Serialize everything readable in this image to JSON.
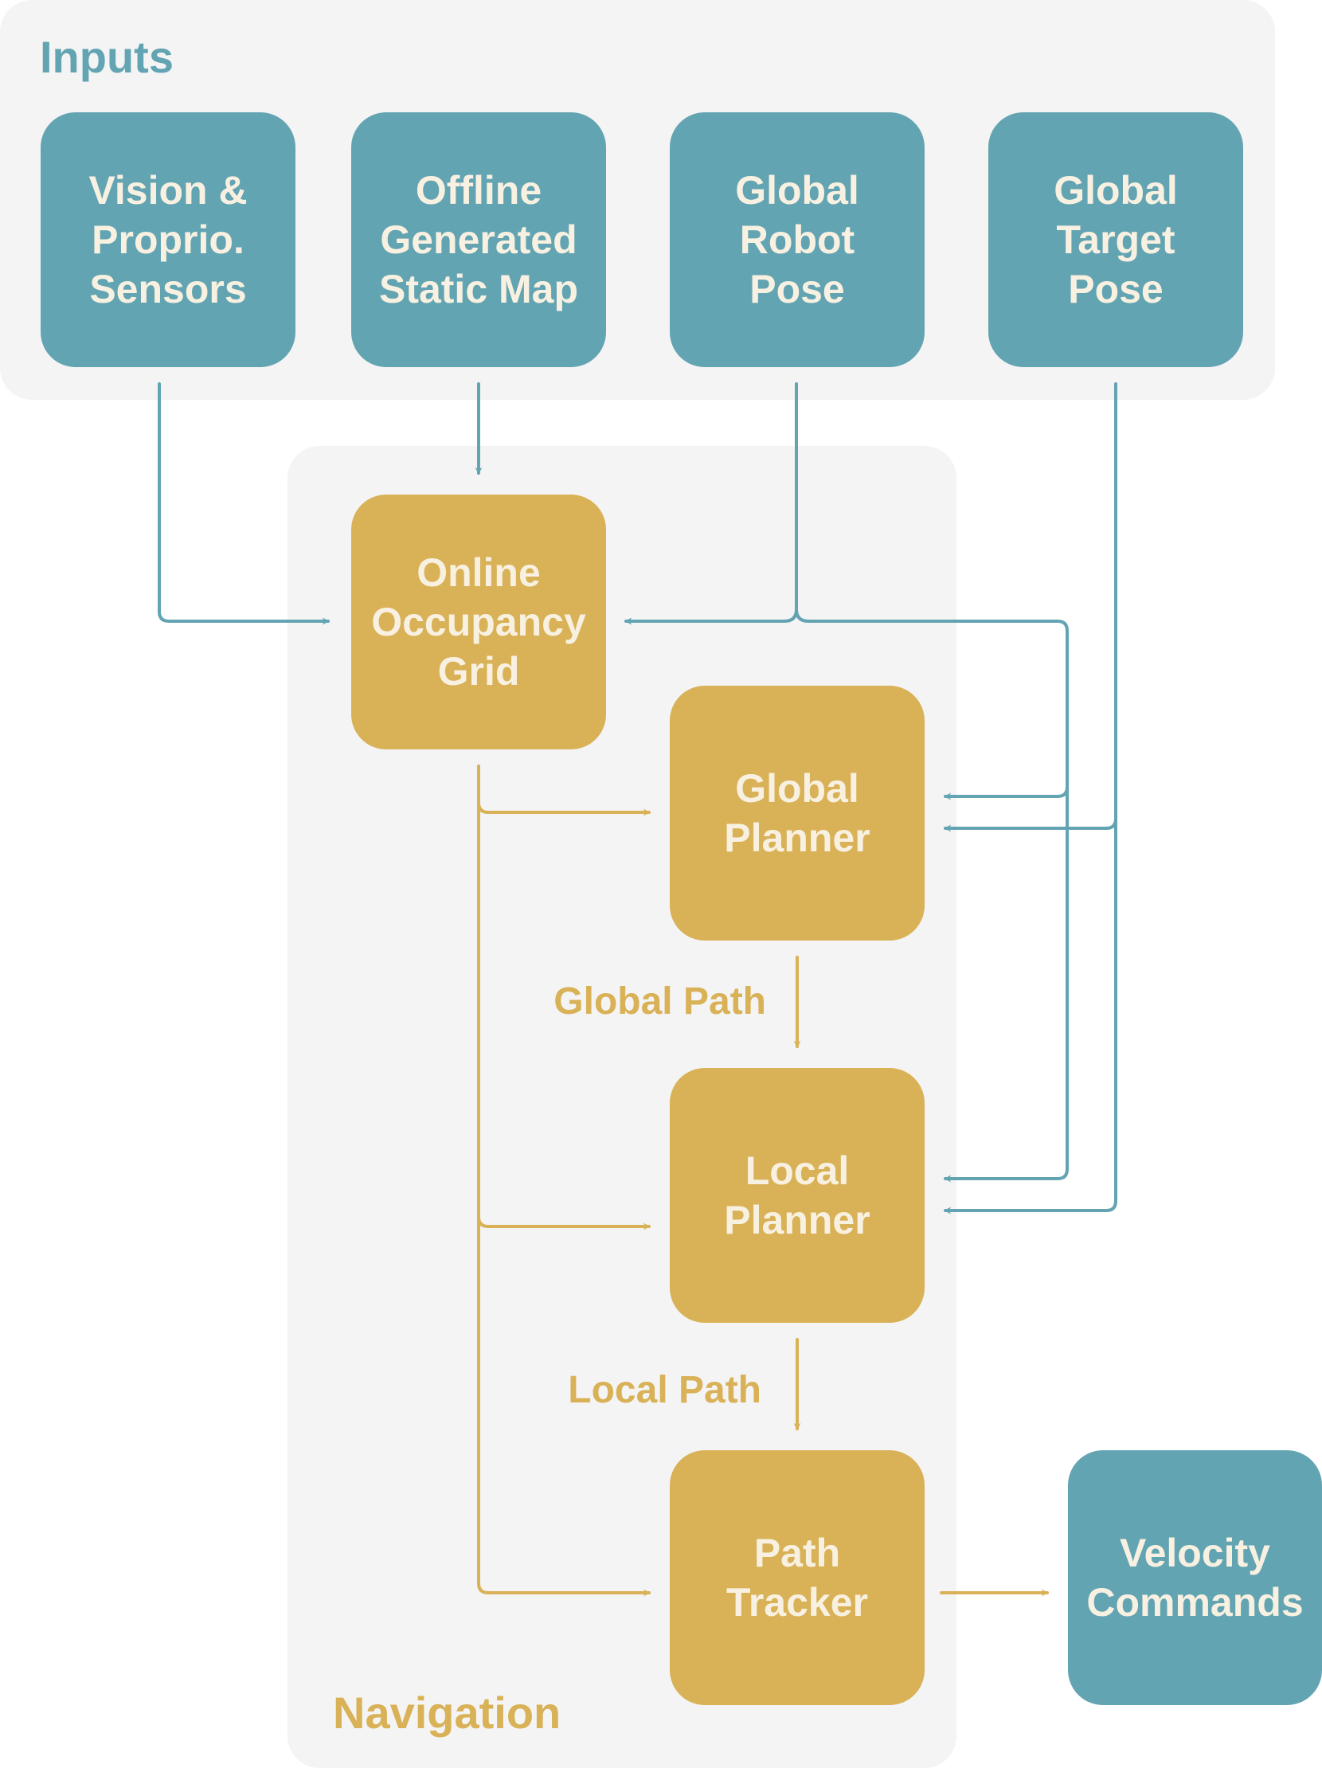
{
  "colors": {
    "input": "#63a4b3",
    "navigation": "#d9b157",
    "panel": "#f4f4f4",
    "box_text": "#f8f1e1"
  },
  "groups": {
    "inputs": "Inputs",
    "navigation": "Navigation"
  },
  "nodes": {
    "sensors": "Vision &\nProprio.\nSensors",
    "static_map": "Offline\nGenerated\nStatic Map",
    "robot_pose": "Global\nRobot\nPose",
    "target_pose": "Global\nTarget\nPose",
    "occupancy_grid": "Online\nOccupancy\nGrid",
    "global_planner": "Global\nPlanner",
    "local_planner": "Local\nPlanner",
    "path_tracker": "Path\nTracker",
    "velocity_commands": "Velocity\nCommands"
  },
  "edge_labels": {
    "global_path": "Global Path",
    "local_path": "Local Path"
  },
  "edges": [
    {
      "from": "sensors",
      "to": "occupancy_grid"
    },
    {
      "from": "static_map",
      "to": "occupancy_grid"
    },
    {
      "from": "robot_pose",
      "to": "occupancy_grid"
    },
    {
      "from": "robot_pose",
      "to": "global_planner"
    },
    {
      "from": "robot_pose",
      "to": "local_planner"
    },
    {
      "from": "target_pose",
      "to": "global_planner"
    },
    {
      "from": "target_pose",
      "to": "local_planner"
    },
    {
      "from": "occupancy_grid",
      "to": "global_planner"
    },
    {
      "from": "occupancy_grid",
      "to": "local_planner"
    },
    {
      "from": "occupancy_grid",
      "to": "path_tracker"
    },
    {
      "from": "global_planner",
      "to": "local_planner",
      "label": "Global Path"
    },
    {
      "from": "local_planner",
      "to": "path_tracker",
      "label": "Local Path"
    },
    {
      "from": "path_tracker",
      "to": "velocity_commands"
    }
  ]
}
